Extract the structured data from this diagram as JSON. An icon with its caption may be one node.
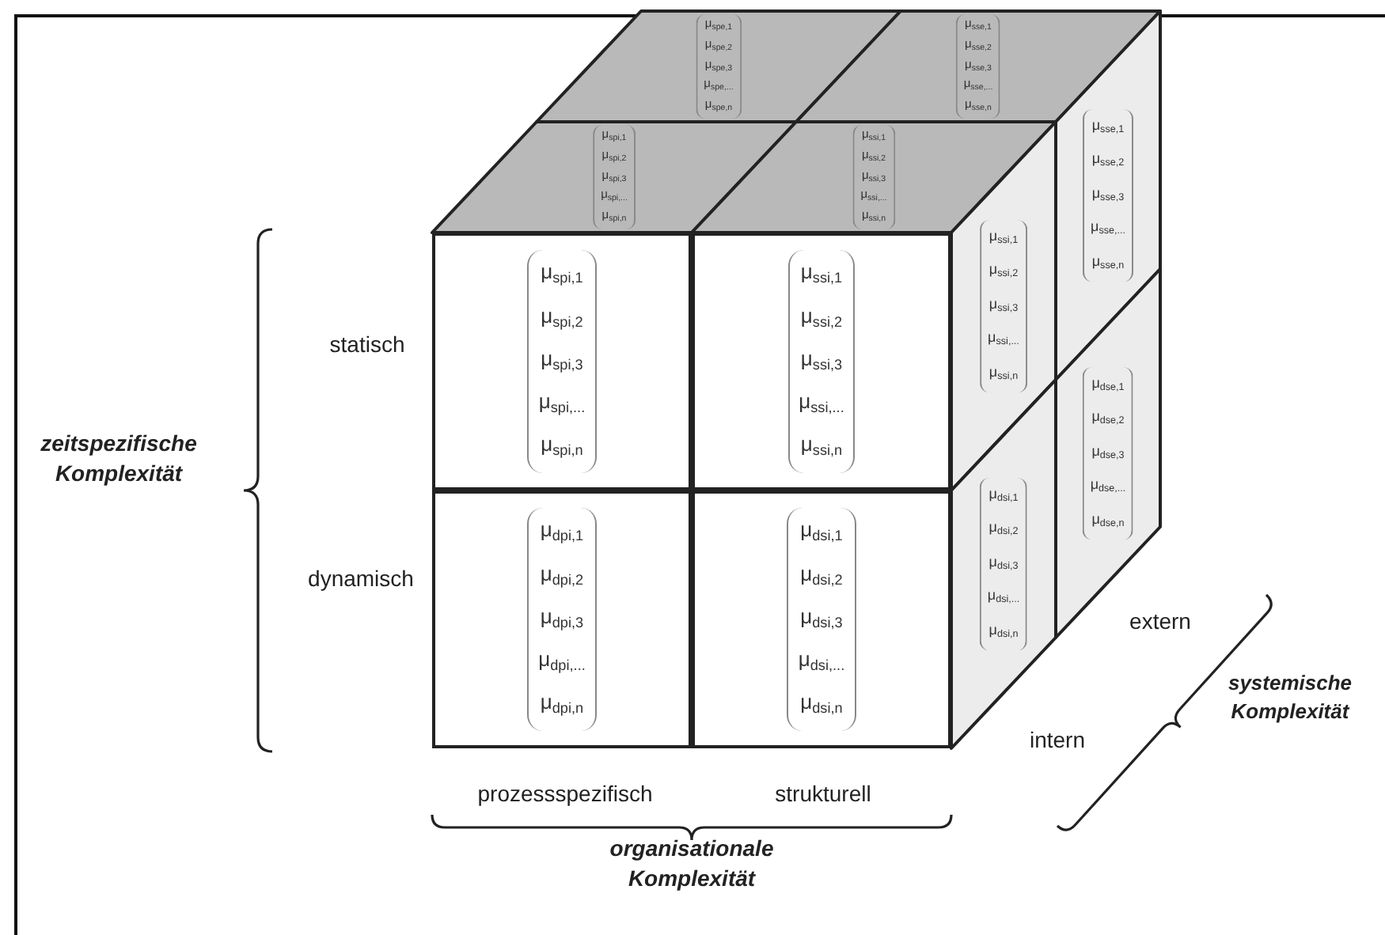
{
  "diagram": {
    "nodes": [
      {
        "text": [
          "μ$_{spe,1}$",
          "μ$_{spe,2}$",
          "μ$_{spe,3}$",
          "μ$_{spe,...}$",
          "μ$_{spe,n}$"
        ]
      },
      {
        "text": [
          "μ$_{sse,1}$",
          "μ$_{sse,2}$",
          "μ$_{sse,3}$",
          "μ$_{sse,...}$",
          "μ$_{sse,n}$"
        ]
      },
      {
        "text": [
          "μ$_{spi,1}$",
          "μ$_{spi,2}$",
          "μ$_{spi,3}$",
          "μ$_{spi,...}$",
          "μ$_{spi,n}$"
        ]
      },
      {
        "text": [
          "μ$_{ssi,1}$",
          "μ$_{ssi,2}$",
          "μ$_{ssi,3}$",
          "μ$_{ssi,...}$",
          "μ$_{ssi,n}$"
        ]
      },
      {
        "text": [
          "μ$_{spi,1}$",
          "μ$_{spi,2}$",
          "μ$_{spi,3}$",
          "μ$_{spi,...}$",
          "μ$_{spi,n}$"
        ]
      },
      {
        "text": [
          "μ$_{ssi,1}$",
          "μ$_{ssi,2}$",
          "μ$_{ssi,3}$",
          "μ$_{ssi,...}$",
          "μ$_{ssi,n}$"
        ]
      },
      {
        "text": [
          "μ$_{dpi,1}$",
          "μ$_{dpi,2}$",
          "μ$_{dpi,3}$",
          "μ$_{dpi,...}$",
          "μ$_{dpi,n}$"
        ]
      },
      {
        "text": [
          "μ$_{dsi,1}$",
          "μ$_{dsi,2}$",
          "μ$_{dsi,3}$",
          "μ$_{dsi,...}$",
          "μ$_{dsi,n}$"
        ]
      },
      {
        "text": [
          "μ$_{ssi,1}$",
          "μ$_{ssi,2}$",
          "μ$_{ssi,3}$",
          "μ$_{ssi,...}$",
          "μ$_{ssi,n}$"
        ]
      },
      {
        "text": [
          "μ$_{sse,1}$",
          "μ$_{sse,2}$",
          "μ$_{sse,3}$",
          "μ$_{sse,...}$",
          "μ$_{sse,n}$"
        ]
      },
      {
        "text": [
          "μ$_{dsi,1}$",
          "μ$_{dsi,2}$",
          "μ$_{dsi,3}$",
          "μ$_{dsi,...}$",
          "μ$_{dsi,n}$"
        ]
      },
      {
        "text": [
          "μ$_{dse,1}$",
          "μ$_{dse,2}$",
          "μ$_{dse,3}$",
          "μ$_{dse,...}$",
          "μ$_{dse,n}$"
        ]
      }
    ],
    "labels": [
      "statisch",
      "zeitspezifische Komplexität",
      "dynamisch",
      "extern",
      "intern",
      "systemische Komplexität",
      "prozessspezifisch",
      "strukturell",
      "organisationale Komplexität"
    ]
  }
}
